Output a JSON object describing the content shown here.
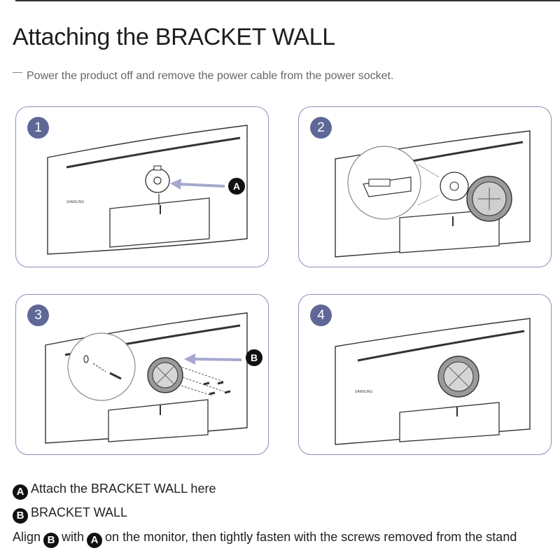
{
  "title": "Attaching the BRACKET WALL",
  "note": "Power the product off and remove the power cable from the power socket.",
  "steps": [
    {
      "number": "1",
      "callout": "A"
    },
    {
      "number": "2"
    },
    {
      "number": "3",
      "callout": "B"
    },
    {
      "number": "4"
    }
  ],
  "brand_logo": "SAMSUNG",
  "legend": {
    "a": {
      "badge": "A",
      "text": "Attach the BRACKET WALL here"
    },
    "b": {
      "badge": "B",
      "text": "BRACKET WALL"
    },
    "align": {
      "prefix": "Align",
      "badge_b": "B",
      "mid": "with",
      "badge_a": "A",
      "suffix": "on the monitor, then tightly fasten with the screws removed from the stand"
    }
  },
  "colors": {
    "panel_border": "#8a8fb8",
    "step_badge": "#5e6796",
    "arrow": "#a7a8cf",
    "callout_badge": "#111111"
  }
}
